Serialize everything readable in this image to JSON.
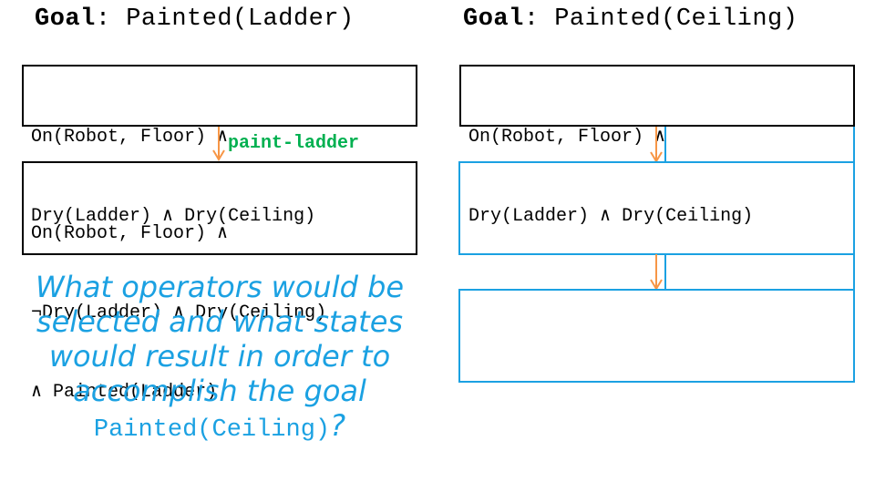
{
  "left": {
    "goal_keyword": "Goal",
    "goal_colon": ":",
    "goal_value": " Painted(Ladder)",
    "state1": [
      "On(Robot, Floor) ∧",
      "Dry(Ladder) ∧ Dry(Ceiling)"
    ],
    "operator": "paint-ladder",
    "state2": [
      "On(Robot, Floor) ∧",
      "¬Dry(Ladder) ∧ Dry(Ceiling)",
      "∧ Painted(Ladder)"
    ]
  },
  "right": {
    "goal_keyword": "Goal",
    "goal_colon": ":",
    "goal_value": " Painted(Ceiling)",
    "state1": [
      "On(Robot, Floor) ∧",
      "Dry(Ladder) ∧ Dry(Ceiling)"
    ]
  },
  "question": {
    "text": "What operators would be selected and what states would result in order to accomplish the goal",
    "code": "Painted(Ceiling)",
    "end": "?"
  },
  "colors": {
    "arrow": "#f79646",
    "operator_label": "#00b050",
    "blank_boxes": "#1ba1e2",
    "question": "#1ba1e2"
  }
}
